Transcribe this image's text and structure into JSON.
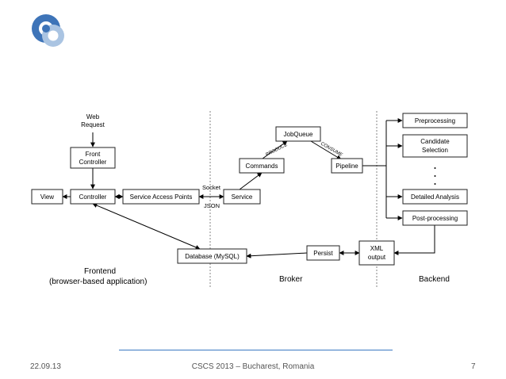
{
  "diagram": {
    "nodes": {
      "web_request": [
        "Web",
        "Request"
      ],
      "front_controller": [
        "Front",
        "Controller"
      ],
      "view": "View",
      "controller": "Controller",
      "service_access_points": "Service Access Points",
      "service": "Service",
      "jobqueue": "JobQueue",
      "commands": "Commands",
      "pipeline": "Pipeline",
      "preprocessing": "Preprocessing",
      "candidate_selection": [
        "Candidate",
        "Selection"
      ],
      "detailed_analysis": "Detailed Analysis",
      "post_processing": "Post-processing",
      "xml_output": [
        "XML",
        "output"
      ],
      "persist": "Persist",
      "database": "Database (MySQL)"
    },
    "edge_labels": {
      "socket": "Socket",
      "json": "JSON",
      "produce": "PRODUCE",
      "consume": "CONSUME"
    },
    "sections": {
      "frontend": [
        "Frontend",
        "(browser-based application)"
      ],
      "broker": "Broker",
      "backend": "Backend"
    }
  },
  "footer": {
    "date": "22.09.13",
    "conference": "CSCS 2013 – Bucharest, Romania",
    "page": "7"
  },
  "colors": {
    "logo_blue": "#3e74b8",
    "logo_light": "#aac4e2",
    "footer_rule": "#3a78c2"
  }
}
